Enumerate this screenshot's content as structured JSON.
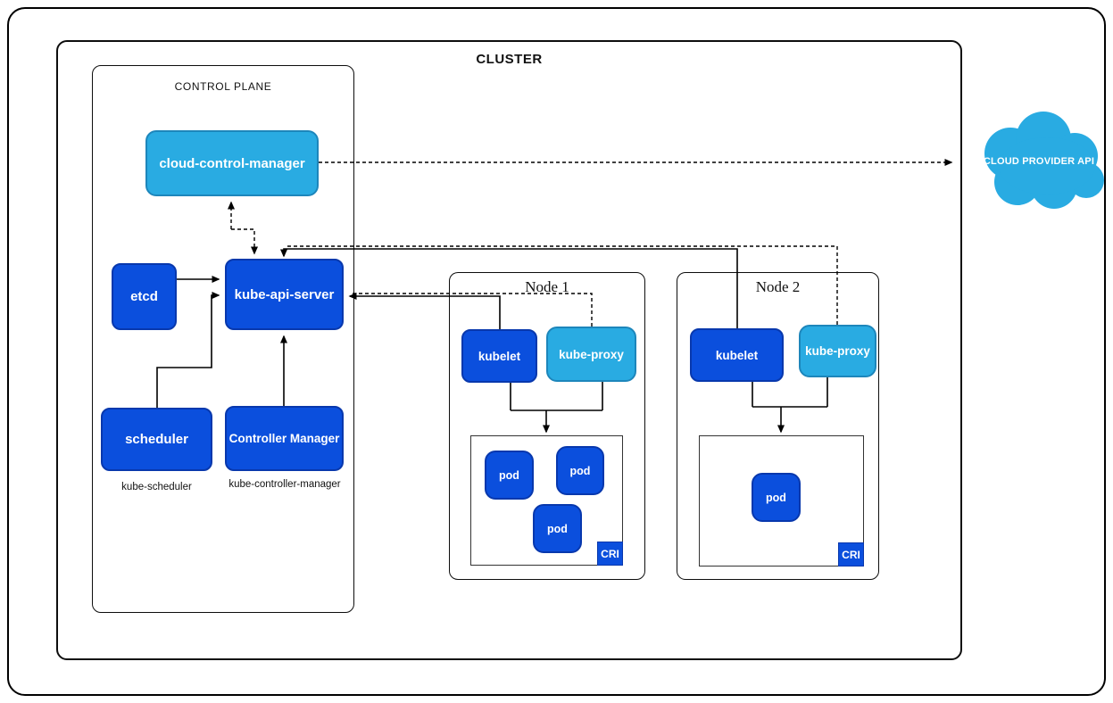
{
  "diagram": {
    "cluster_title": "CLUSTER",
    "control_plane": {
      "title": "CONTROL PLANE",
      "cloud_control_manager": "cloud-control-manager",
      "etcd": "etcd",
      "kube_api_server": "kube-api-server",
      "scheduler": "scheduler",
      "controller_manager": "Controller Manager",
      "scheduler_caption": "kube-scheduler",
      "controller_manager_caption": "kube-controller-manager"
    },
    "nodes": [
      {
        "title": "Node 1",
        "kubelet": "kubelet",
        "kube_proxy": "kube-proxy",
        "pods": [
          "pod",
          "pod",
          "pod"
        ],
        "cri": "CRI"
      },
      {
        "title": "Node 2",
        "kubelet": "kubelet",
        "kube_proxy": "kube-proxy",
        "pods": [
          "pod"
        ],
        "cri": "CRI"
      }
    ],
    "cloud": {
      "label": "CLOUD PROVIDER API"
    },
    "colors": {
      "dark_blue": "#0b4fdd",
      "dark_blue_border": "#0838ad",
      "light_blue": "#29abe2",
      "light_blue_border": "#1d86bb",
      "line": "#000000",
      "background": "#ffffff"
    }
  }
}
